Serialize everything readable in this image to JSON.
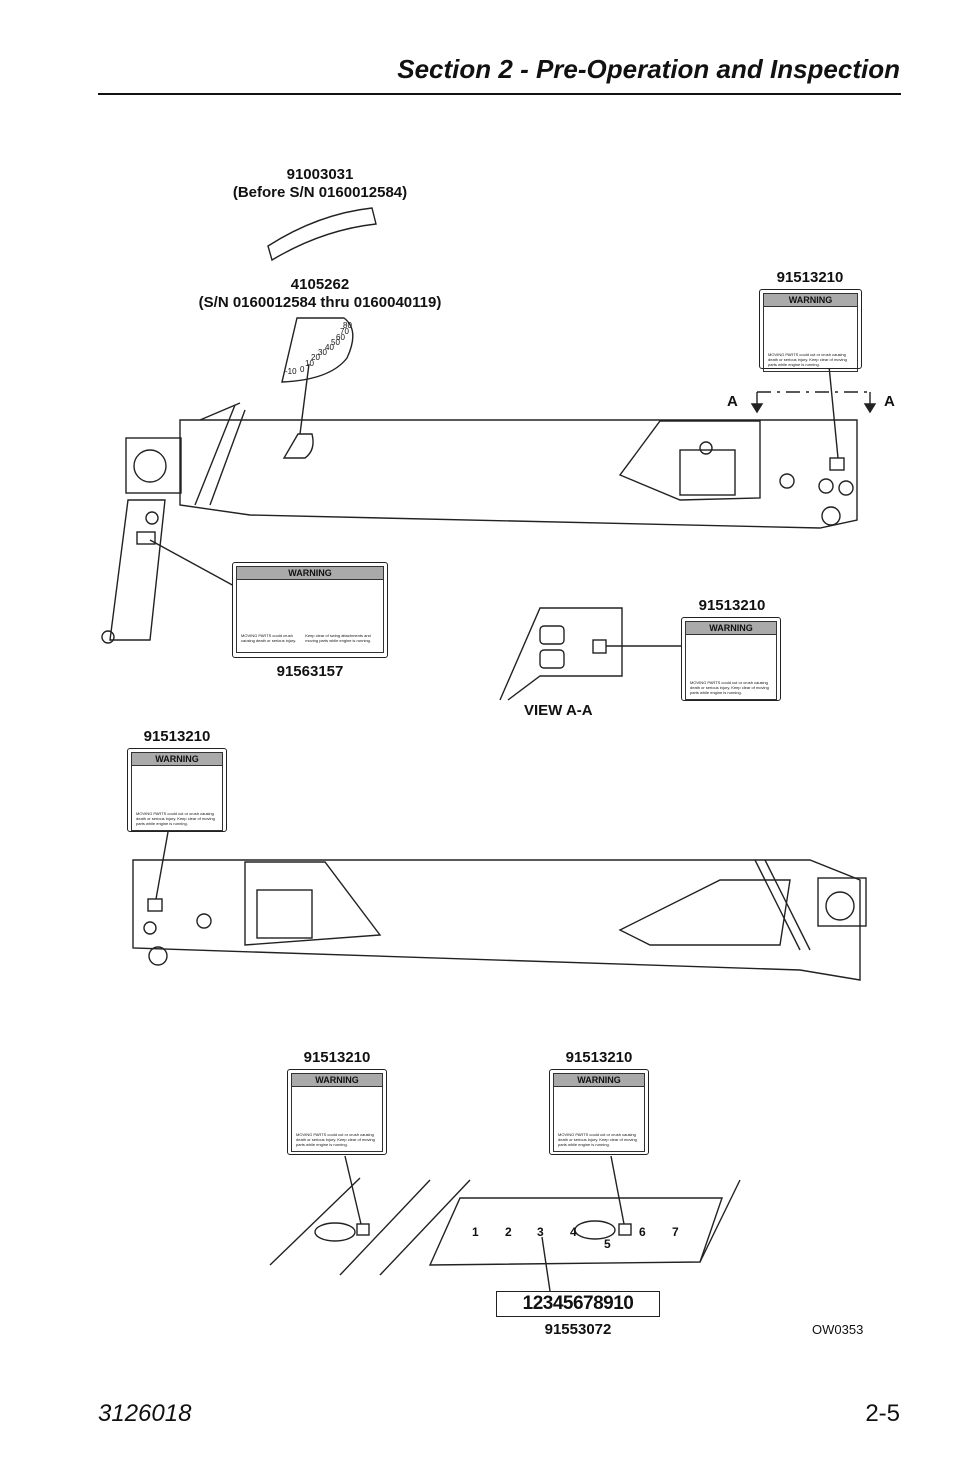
{
  "header": {
    "title": "Section 2 - Pre-Operation and Inspection"
  },
  "labels": {
    "indicator_old_part": "91003031",
    "indicator_old_serial": "(Before S/N 0160012584)",
    "indicator_new_part": "4105262",
    "indicator_new_serial": "(S/N 0160012584 thru 0160040119)",
    "decal_top_right": "91513210",
    "decal_swing": "91563157",
    "decal_view_aa": "91513210",
    "decal_left_mid": "91513210",
    "decal_bottom_left": "91513210",
    "decal_bottom_right": "91513210",
    "decal_numbers": "91553072",
    "section_a_left": "A",
    "section_a_right": "A",
    "view_title": "VIEW A-A",
    "figure_ref": "OW0353"
  },
  "decal_text": {
    "warning": "WARNING",
    "moving_parts": "MOVING PARTS could cut or crush causing death or serious injury. Keep clear of moving parts while engine is running.",
    "swing_left": "MOVING PARTS could crush causing death or serious injury.",
    "swing_right": "Keep clear of swing attachments and moving parts while engine is running."
  },
  "number_strip": "12345678910",
  "boom_numbers": [
    "1",
    "2",
    "3",
    "4",
    "5",
    "6",
    "7"
  ],
  "angle_marks": [
    "-10",
    "0",
    "10",
    "20",
    "30",
    "40",
    "50",
    "60",
    "70",
    "80"
  ],
  "footer": {
    "doc_number": "3126018",
    "page_number": "2-5"
  }
}
